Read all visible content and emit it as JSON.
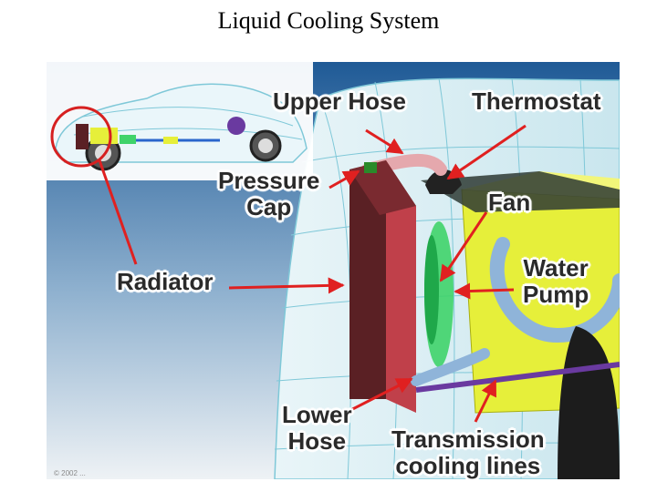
{
  "title": "Liquid Cooling System",
  "labels": {
    "upper_hose": "Upper Hose",
    "thermostat": "Thermostat",
    "pressure_cap": [
      "Pressure",
      "Cap"
    ],
    "fan": "Fan",
    "water_pump": [
      "Water",
      "Pump"
    ],
    "radiator": "Radiator",
    "lower_hose": [
      "Lower",
      "Hose"
    ],
    "transmission_cooling_lines": [
      "Transmission",
      "cooling lines"
    ]
  },
  "copyright": "© 2002 ...",
  "colors": {
    "arrow": "#e02020",
    "radiator_face": "#c0404a",
    "radiator_side": "#5a2024",
    "engine_block": "#e6ef3a",
    "fan_blades": "#3fd36a",
    "hose": "#8fb4d9",
    "transmission_line": "#6a3aa0",
    "car_wireframe": "#7fc8d8"
  }
}
